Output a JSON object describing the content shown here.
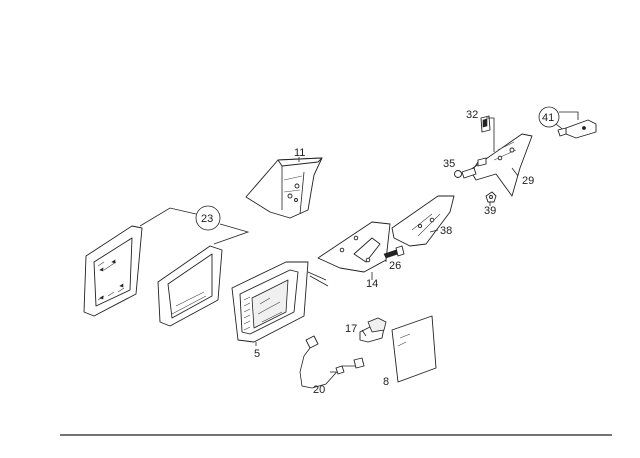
{
  "colors": {
    "ink": "#222222",
    "background": "#ffffff",
    "glass": "#f0f0f0"
  },
  "callouts": {
    "c11": "11",
    "c23": "23",
    "c14": "14",
    "c26": "26",
    "c38": "38",
    "c32": "32",
    "c41": "41",
    "c35": "35",
    "c29": "29",
    "c39": "39",
    "c5": "5",
    "c17": "17",
    "c20": "20",
    "c8": "8"
  }
}
